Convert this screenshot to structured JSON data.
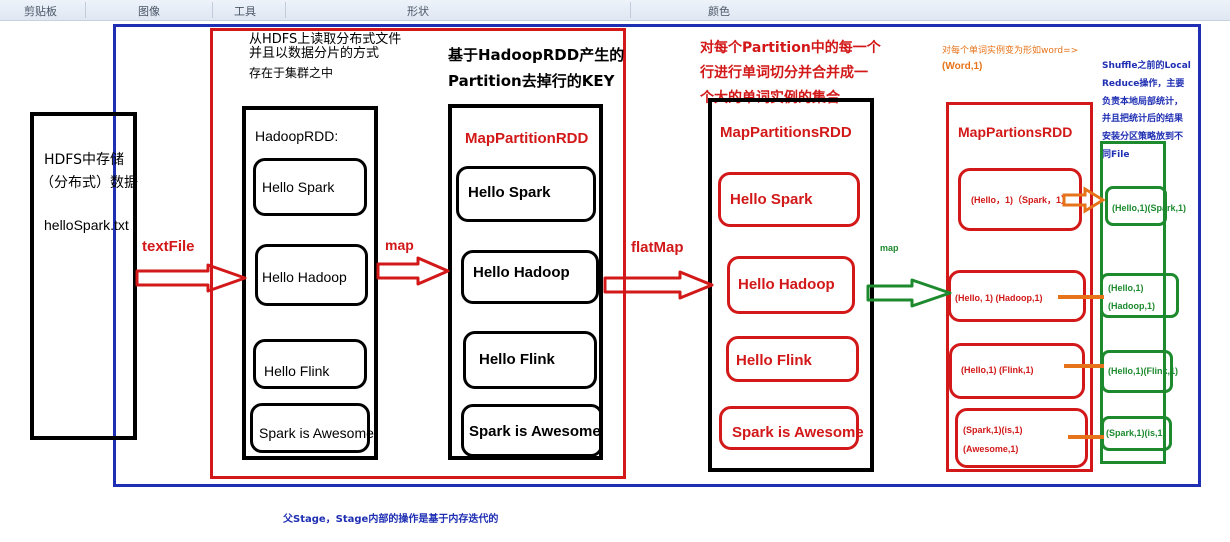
{
  "ribbon": {
    "clipboard": "剪贴板",
    "image": "图像",
    "tools": "工具",
    "shapes": "形状",
    "colors": "颜色"
  },
  "hdfs": {
    "line1": "HDFS中存储",
    "line2": "（分布式）数据",
    "file": "helloSpark.txt"
  },
  "ops": {
    "textFile": "textFile",
    "map1": "map",
    "flatMap": "flatMap",
    "map2": "map"
  },
  "hadoop_rdd": {
    "note1": "从HDFS上读取分布式文件",
    "note2": "并且以数据分片的方式",
    "note3": "存在于集群之中",
    "title": "HadoopRDD:",
    "items": [
      "Hello Spark",
      "Hello Hadoop",
      "Hello Flink",
      "Spark is Awesome"
    ]
  },
  "map_partition_rdd": {
    "note1": "基于HadoopRDD产生的",
    "note2": "Partition去掉行的KEY",
    "title": "MapPartitionRDD",
    "items": [
      "Hello Spark",
      "Hello Hadoop",
      "Hello Flink",
      "Spark is Awesome"
    ]
  },
  "map_partitions_rdd": {
    "note1": "对每个Partition中的每一个",
    "note2": "行进行单词切分并合并成一",
    "note3": "个大的单词实例的集合",
    "title": "MapPartitionsRDD",
    "items": [
      "Hello Spark",
      "Hello Hadoop",
      "Hello Flink",
      "Spark is Awesome"
    ]
  },
  "map_partions_rdd": {
    "note1": "对每个单词实例变为形如word=>",
    "note2": "(Word,1)",
    "title": "MapPartionsRDD",
    "items": [
      "(Hello，1)（Spark，1）",
      "(Hello, 1) (Hadoop,1)",
      "(Hello,1) (Flink,1)",
      "(Spark,1)(is,1)"
    ],
    "extra": "(Awesome,1)"
  },
  "shuffle": {
    "note1": "Shuffle之前的Local",
    "note2": "Reduce操作，主要",
    "note3": "负责本地局部统计，",
    "note4": "并且把统计后的结果",
    "note5": "安装分区策略放到不",
    "note6": "同File",
    "items": [
      "(Hello,1)(Spark,1)",
      "(Hello,1)",
      "(Hadoop,1)",
      "(Hello,1)(Flink,1)",
      "(Spark,1)(is,1)"
    ]
  },
  "footer": "父Stage，Stage内部的操作是基于内存迭代的",
  "colors": {
    "red": "#d21818",
    "blue": "#1f2fb3",
    "green": "#1d8a2e",
    "orange": "#e6731a"
  }
}
